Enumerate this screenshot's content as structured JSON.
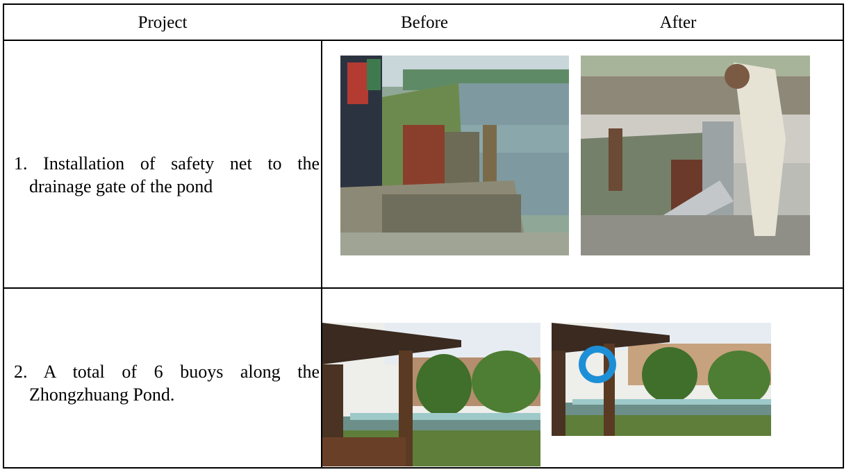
{
  "table": {
    "headers": {
      "project": "Project",
      "before": "Before",
      "after": "After"
    },
    "rows": [
      {
        "project_line1": "1. Installation of safety net to the",
        "project_line2": "drainage gate of the pond"
      },
      {
        "project_line1": "2. A total of 6 buoys along the",
        "project_line2": "Zhongzhuang Pond."
      }
    ]
  }
}
